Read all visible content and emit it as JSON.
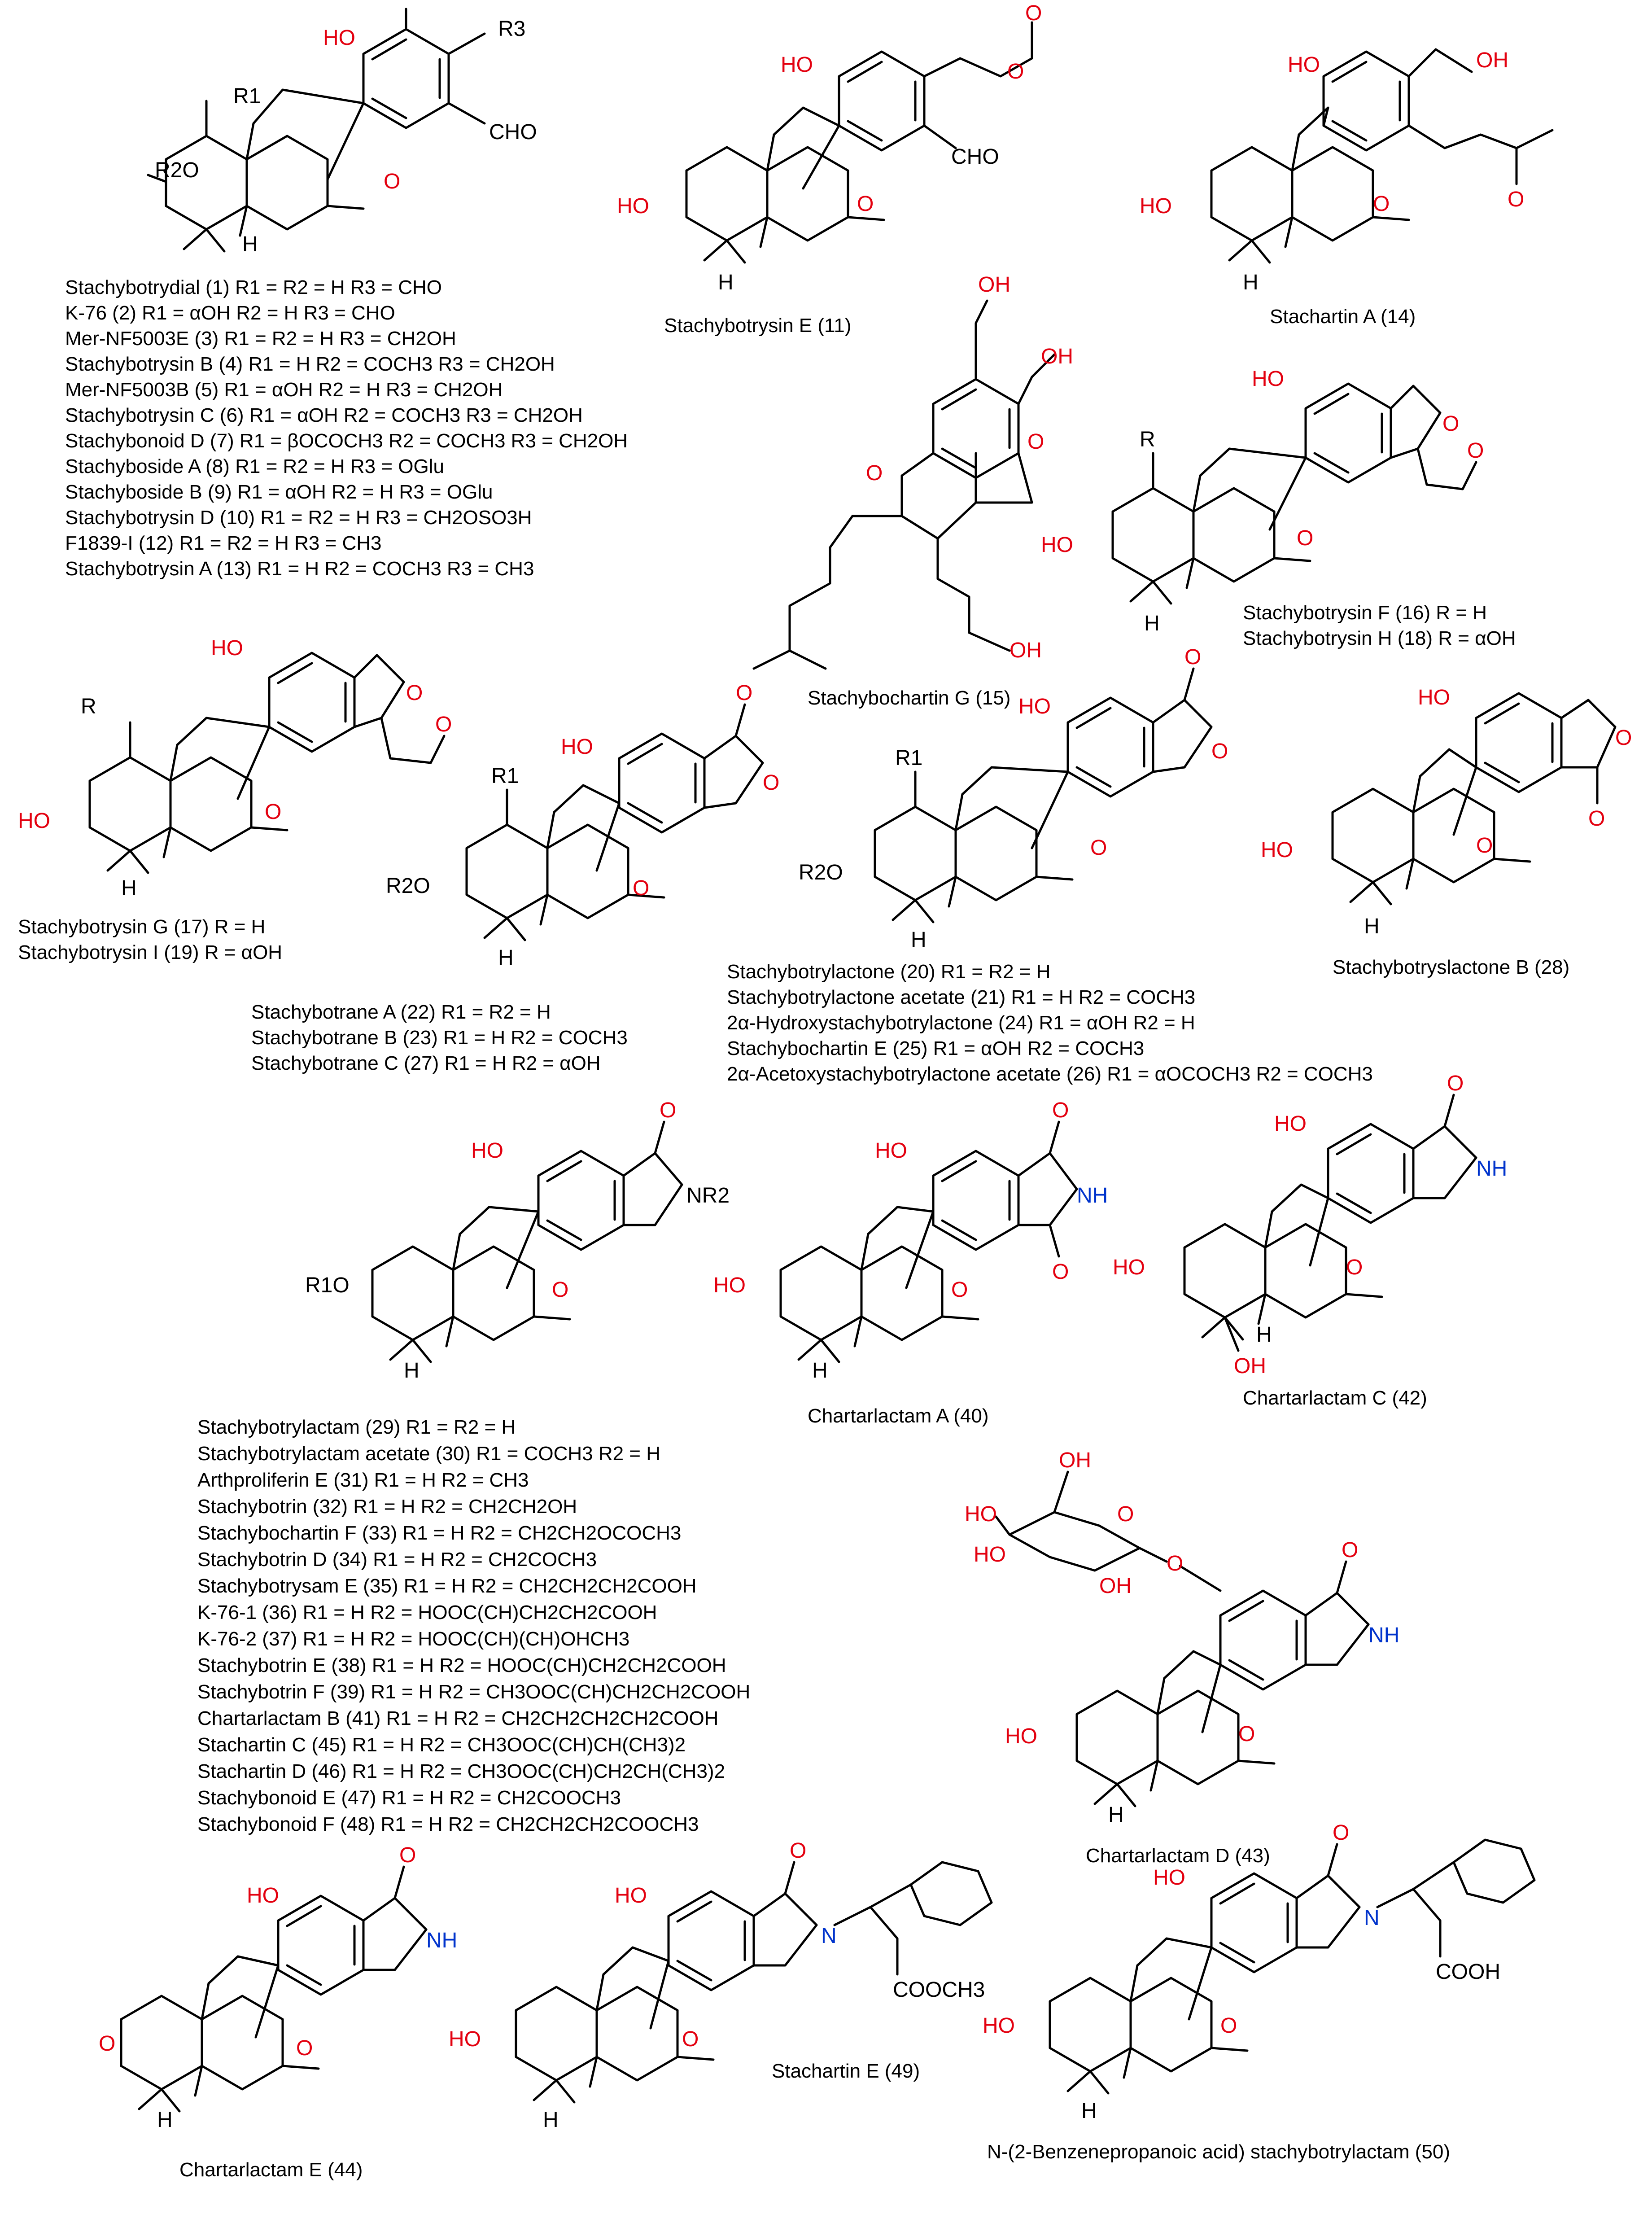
{
  "colors": {
    "oxygen": "#e3000f",
    "nitrogen": "#0033cc",
    "bond": "#000000"
  },
  "atoms": {
    "HO": "HO",
    "OH": "OH",
    "O": "O",
    "NH": "NH",
    "N": "N",
    "H": "H",
    "CHO": "CHO",
    "R": "R",
    "R1": "R1",
    "R2O": "R2O",
    "R3": "R3",
    "R1O": "R1O",
    "NR2": "NR2",
    "COOCH3": "COOCH3",
    "COOH": "COOH"
  },
  "names": [
    "Stachybotrysin E (11)",
    "Stachartin A (14)",
    "Stachybochartin G (15)",
    "Stachybotrysin F (16) R = H",
    "Stachybotrysin H (18) R = αOH",
    "Stachybotrysin G (17)   R = H",
    "Stachybotrysin I (19) R = αOH",
    "Stachybotryslactone B (28)",
    "Chartarlactam A (40)",
    "Chartarlactam C (42)",
    "Chartarlactam D (43)",
    "Chartarlactam E (44)",
    "Stachartin E (49)",
    "N-(2-Benzenepropanoic acid) stachybotrylactam (50)"
  ],
  "tables": {
    "t1": [
      "Stachybotrydial (1)          R1 = R2 = H  R3 = CHO",
      "K-76 (2)                              R1 = αOH  R2 = H R3 = CHO",
      "Mer-NF5003E (3)              R1 = R2 = H  R3 = CH2OH",
      "Stachybotrysin B (4)        R1 = H R2 = COCH3   R3 = CH2OH",
      "Mer-NF5003B (5)              R1 = αOH R2 = H  R3 = CH2OH",
      "Stachybotrysin C (6)        R1 = αOH R2 = COCH3   R3 = CH2OH",
      "Stachybonoid D (7)          R1 = βOCOCH3  R2 = COCH3   R3 = CH2OH",
      "Stachyboside A (8)           R1 = R2 = H  R3 = OGlu",
      "Stachyboside B (9)           R1 = αOH R2 = H  R3 = OGlu",
      "Stachybotrysin D (10)  R1 = R2 = H  R3 = CH2OSO3H",
      "F1839-I (12)                      R1 = R2 = H  R3 = CH3",
      "Stachybotrysin A (13) R1 = H R2 = COCH3   R3 = CH3"
    ],
    "t2": [
      "Stachybotrane A (22)  R1 = R2 = H",
      "Stachybotrane B (23)  R1 = H R2 = COCH3",
      "Stachybotrane C (27)  R1 = H R2 = αOH"
    ],
    "t3": [
      "Stachybotrylactone (20)                                  R1 = R2 = H",
      "Stachybotrylactone acetate (21)                    R1 = H R2 = COCH3",
      "2α-Hydroxystachybotrylactone (24)             R1 = αOH R2 = H",
      "Stachybochartin E (25)                                  R1 = αOH R2 = COCH3",
      "2α-Acetoxystachybotrylactone acetate (26) R1 = αOCOCH3 R2 = COCH3"
    ],
    "t4": [
      "Stachybotrylactam (29)                   R1 = R2 = H",
      "Stachybotrylactam acetate (30) R1 = COCH3 R2 = H",
      "Arthproliferin E (31)                       R1 = H   R2 = CH3",
      "Stachybotrin (32)                             R1 = H   R2 = CH2CH2OH",
      "Stachybochartin F (33)                   R1 = H   R2 = CH2CH2OCOCH3",
      "Stachybotrin D (34)                         R1 = H   R2 = CH2COCH3",
      "Stachybotrysam E (35)                    R1 = H   R2 = CH2CH2CH2COOH",
      "K-76-1 (36)                                      R1 = H   R2 = HOOC(CH)CH2CH2COOH",
      "K-76-2 (37)                                      R1 = H   R2 = HOOC(CH)(CH)OHCH3",
      "Stachybotrin E (38)                         R1 = H   R2 = HOOC(CH)CH2CH2COOH",
      "Stachybotrin F (39)                         R1 = H   R2 = CH3OOC(CH)CH2CH2COOH",
      "Chartarlactam B (41)                     R1 = H   R2 = CH2CH2CH2CH2COOH",
      "Stachartin C (45)                            R1 = H   R2 = CH3OOC(CH)CH(CH3)2",
      "Stachartin D (46)                            R1 = H   R2 = CH3OOC(CH)CH2CH(CH3)2",
      "Stachybonoid E (47)                       R1 = H   R2 = CH2COOCH3",
      "Stachybonoid F (48)                        R1 = H   R2 = CH2CH2CH2COOCH3"
    ]
  }
}
